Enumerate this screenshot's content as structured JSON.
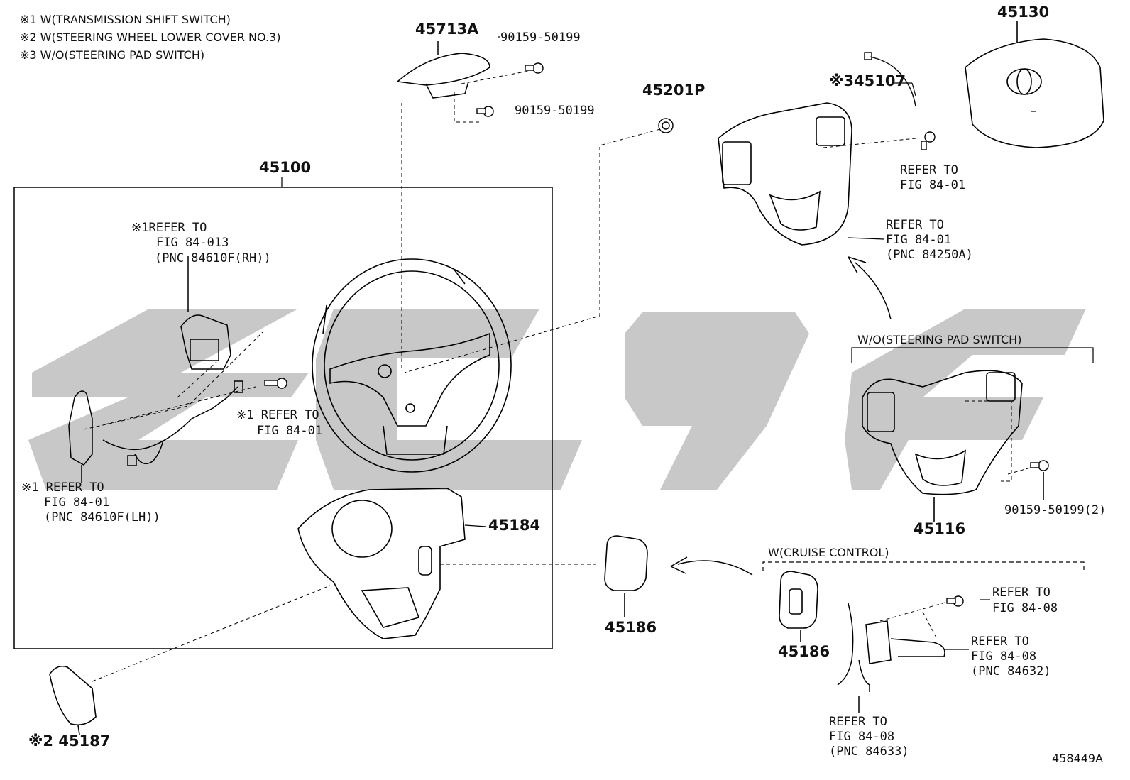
{
  "notes": {
    "n1": "※1 W(TRANSMISSION SHIFT SWITCH)",
    "n2": "※2 W(STEERING WHEEL LOWER COVER NO.3)",
    "n3": "※3 W/O(STEERING PAD SWITCH)"
  },
  "parts": {
    "p45713A": "45713A",
    "p90159a": "90159-50199",
    "p90159b": "90159-50199",
    "p45201P": "45201P",
    "p45130": "45130",
    "p45107": "※345107",
    "p45100": "45100",
    "p45184": "45184",
    "p45186a": "45186",
    "p45186b": "45186",
    "p45116": "45116",
    "p90159c": "90159-50199(2)",
    "p45187": "※2 45187"
  },
  "refs": {
    "r1_l1": "※1REFER TO",
    "r1_l2": "FIG 84-013",
    "r1_l3": "(PNC 84610F(RH))",
    "r2_l1": "※1 REFER TO",
    "r2_l2": "FIG 84-01",
    "r3_l1": "※1 REFER TO",
    "r3_l2": "FIG 84-01",
    "r3_l3": "(PNC 84610F(LH))",
    "r4_l1": "REFER TO",
    "r4_l2": "FIG 84-01",
    "r5_l1": "REFER TO",
    "r5_l2": "FIG 84-01",
    "r5_l3": "(PNC 84250A)",
    "r6_l1": "REFER TO",
    "r6_l2": "FIG 84-08",
    "r7_l1": "REFER TO",
    "r7_l2": "FIG 84-08",
    "r7_l3": "(PNC 84632)",
    "r8_l1": "REFER TO",
    "r8_l2": "FIG 84-08",
    "r8_l3": "(PNC 84633)"
  },
  "groups": {
    "wo_pad": "W/O(STEERING PAD SWITCH)",
    "w_cruise": "W(CRUISE CONTROL)"
  },
  "figure_id": "458449A"
}
